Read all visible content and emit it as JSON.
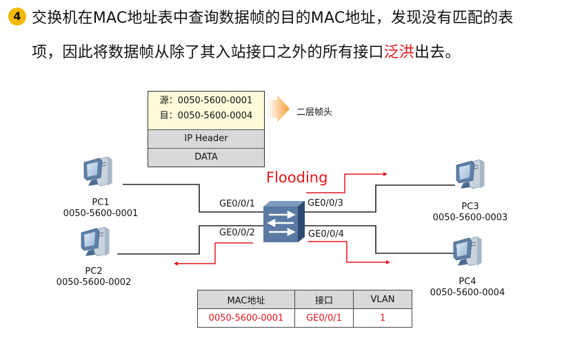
{
  "step": {
    "number": "4",
    "line1": "交换机在MAC地址表中查询数据帧的目的MAC地址，发现没有匹配的表",
    "line2_pre": "项，因此将数据帧从除了其入站接口之外的所有接口",
    "line2_highlight": "泛洪",
    "line2_post": "出去。",
    "badge_color": "#f5b800",
    "highlight_color": "#e3151a"
  },
  "frame": {
    "src": "源：0050-5600-0001",
    "dst": "目：0050-5600-0004",
    "ip_header": "IP Header",
    "data": "DATA",
    "head_label": "二层帧头"
  },
  "flooding_label": "Flooding",
  "hosts": [
    {
      "name": "PC1",
      "mac": "0050-5600-0001"
    },
    {
      "name": "PC2",
      "mac": "0050-5600-0002"
    },
    {
      "name": "PC3",
      "mac": "0050-5600-0003"
    },
    {
      "name": "PC4",
      "mac": "0050-5600-0004"
    }
  ],
  "ports": [
    "GE0/0/1",
    "GE0/0/2",
    "GE0/0/3",
    "GE0/0/4"
  ],
  "mac_table": {
    "headers": [
      "MAC地址",
      "接口",
      "VLAN"
    ],
    "rows": [
      [
        "0050-5600-0001",
        "GE0/0/1",
        "1"
      ]
    ]
  }
}
